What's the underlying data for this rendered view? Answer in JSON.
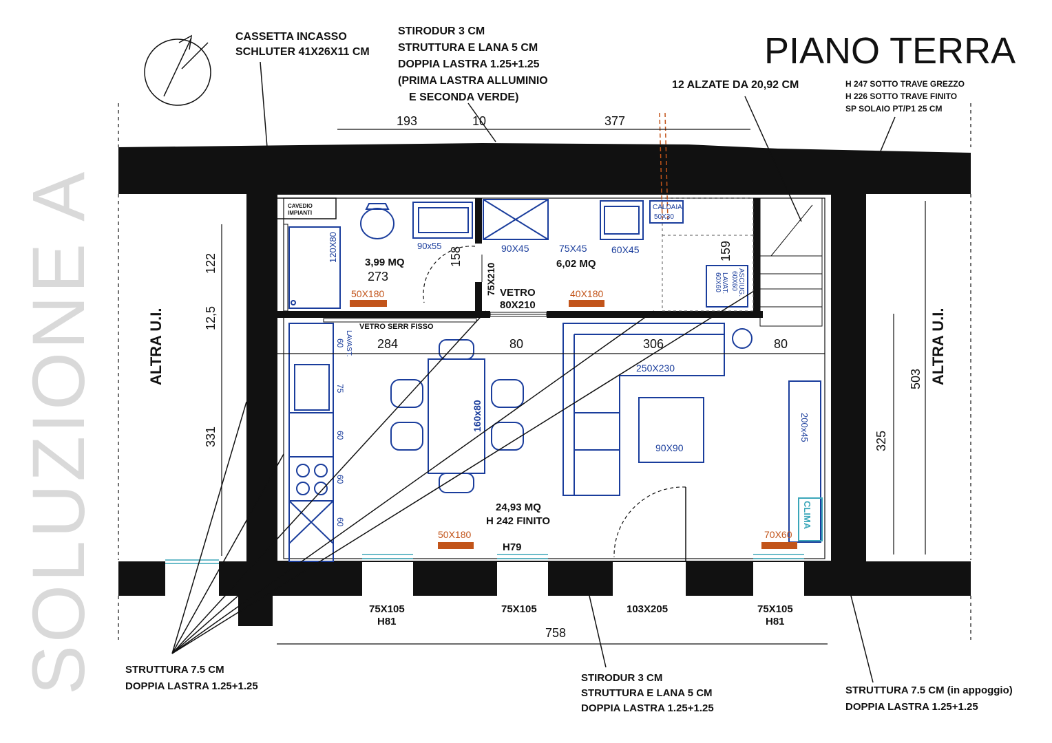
{
  "title": "PIANO TERRA",
  "side_label": "SOLUZIONE A",
  "notes": {
    "cassetta": [
      "CASSETTA INCASSO",
      "SCHLUTER 41X26X11 CM"
    ],
    "stirodur_top": [
      "STIRODUR 3 CM",
      "STRUTTURA E LANA 5 CM",
      "DOPPIA LASTRA 1.25+1.25",
      "(PRIMA LASTRA ALLUMINIO",
      "E SECONDA VERDE)"
    ],
    "alzate": "12 ALZATE DA 20,92 CM",
    "heights": [
      "H 247 SOTTO TRAVE GREZZO",
      "H 226 SOTTO TRAVE FINITO",
      "SP SOLAIO PT/P1 25 CM"
    ],
    "struttura_left": [
      "STRUTTURA 7.5 CM",
      "DOPPIA LASTRA 1.25+1.25"
    ],
    "stirodur_bottom": [
      "STIRODUR 3 CM",
      "STRUTTURA E LANA 5 CM",
      "DOPPIA LASTRA 1.25+1.25"
    ],
    "struttura_right": [
      "STRUTTURA 7.5 CM (in appoggio)",
      "DOPPIA LASTRA 1.25+1.25"
    ]
  },
  "altra_ui": "ALTRA U.I.",
  "dims": {
    "top": [
      "193",
      "10",
      "377"
    ],
    "middle": [
      "284",
      "80",
      "306",
      "80"
    ],
    "bottom": "758",
    "left": [
      "122",
      "12,5",
      "331"
    ],
    "right": [
      "503",
      "325"
    ],
    "wc_width": "273",
    "wc_height": "158",
    "stair_dim": "159"
  },
  "rooms": {
    "wc_area": "3,99 MQ",
    "bath_area": "6,02 MQ",
    "living_area": "24,93 MQ",
    "living_height": "H 242 FINITO",
    "cavedio": [
      "CAVEDIO",
      "IMPIANTI"
    ],
    "caldaia": [
      "CALDAIA",
      "50X30"
    ],
    "asciug": [
      "ASCIUG.",
      "60X60",
      "LAVAT.",
      "60X60"
    ]
  },
  "furniture": {
    "shower": "120X80",
    "sink_wc": "90x55",
    "shower2": "90X45",
    "mid": "75X45",
    "sink2": "60X45",
    "sofa": "250X230",
    "table_small": "90X90",
    "table": "160x80",
    "tv": "200x45",
    "clima": "CLIMA",
    "kitchen": [
      "60",
      "LAVAST.",
      "75",
      "60",
      "60",
      "60"
    ]
  },
  "radiators": [
    "50X180",
    "40X180",
    "50X180",
    "70X60"
  ],
  "doors": {
    "door_75": "75X210",
    "vetro_label": [
      "VETRO",
      "80X210"
    ],
    "vetro_fisso": "VETRO  SERR FISSO"
  },
  "windows": [
    {
      "size": "75X105",
      "sill": "H81"
    },
    {
      "size": "75X105",
      "sill": ""
    },
    {
      "size": "103X205",
      "sill": ""
    },
    {
      "size": "75X105",
      "sill": "H81"
    }
  ],
  "h79": "H79",
  "colors": {
    "wall": "#111111",
    "furniture": "#1a3d9c",
    "radiator": "#c2541a",
    "watermark": "#d9d9d9"
  }
}
